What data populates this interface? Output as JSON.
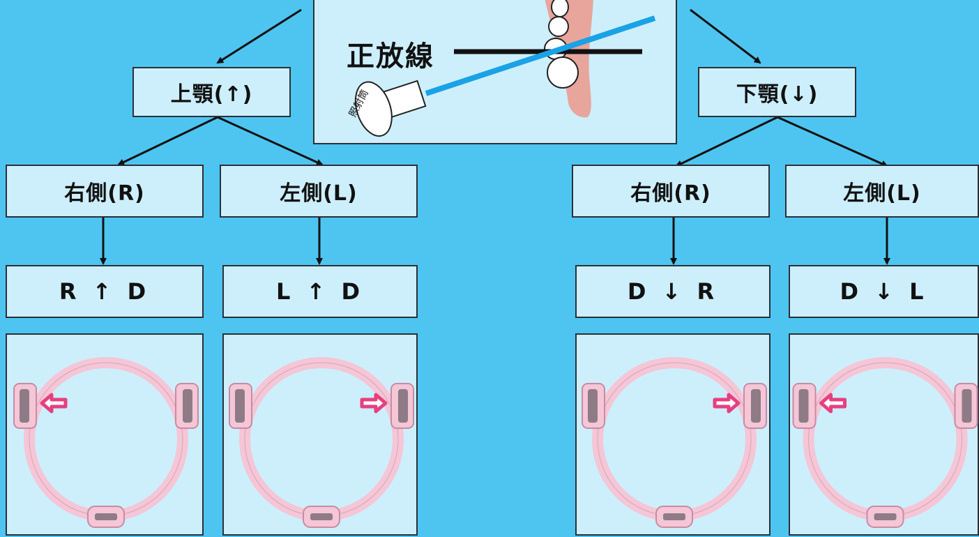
{
  "hero": {
    "label": "正放線",
    "tube_label": "照射筒"
  },
  "arches": [
    {
      "label": "上顎(↑)",
      "sides": [
        {
          "label": "右側(R)",
          "code": "R ↑ D",
          "arrow": "left"
        },
        {
          "label": "左側(L)",
          "code": "L ↑ D",
          "arrow": "right"
        }
      ]
    },
    {
      "label": "下顎(↓)",
      "sides": [
        {
          "label": "右側(R)",
          "code": "D ↓ R",
          "arrow": "right"
        },
        {
          "label": "左側(L)",
          "code": "D ↓ L",
          "arrow": "left"
        }
      ]
    }
  ],
  "colors": {
    "background": "#4ec5f1",
    "box": "#cdeffc",
    "ring": "#f4c6d6",
    "arrow": "#e6407f",
    "beam": "#1aa2e6"
  }
}
